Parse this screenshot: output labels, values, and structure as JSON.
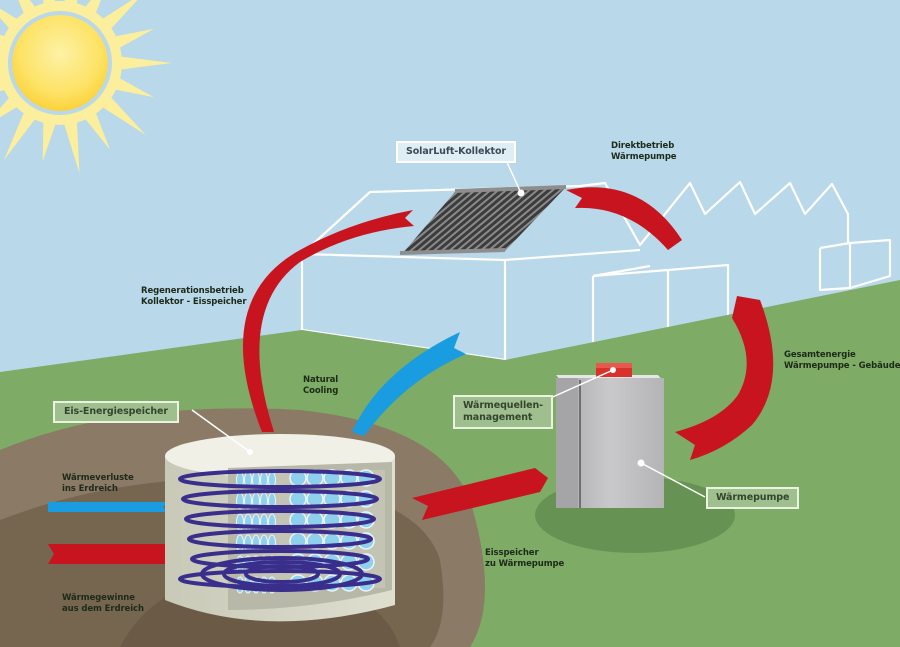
{
  "diagram": {
    "title": "Eis-Energiespeicher System",
    "colors": {
      "sky": "#b9d8e9",
      "grass": "#7eab66",
      "soil_outer": "#8b7a66",
      "soil_inner": "#766650",
      "warm_arrow": "#c8141e",
      "cold_arrow": "#1a9ce0",
      "coil": "#3a2e8c",
      "ice": "#8fd0ec",
      "tank": "#dcdccc",
      "heatpump": "#b8b8b8",
      "sun": "#fde264"
    },
    "components": {
      "solar_collector": "SolarLuft-Kollektor",
      "ice_storage": "Eis-Energiespeicher",
      "heat_source_management": "Wärmequellen-\nmanagement",
      "heat_pump": "Wärmepumpe"
    },
    "flows": {
      "direct_operation": "Direktbetrieb\nWärmepumpe",
      "regeneration": "Regenerationsbetrieb\nKollektor - Eisspeicher",
      "natural_cooling": "Natural\nCooling",
      "total_energy": "Gesamtenergie\nWärmepumpe - Gebäude",
      "storage_to_pump": "Eisspeicher\nzu Wärmepumpe",
      "heat_loss": "Wärmeverluste\nins Erdreich",
      "heat_gain": "Wärmegewinne\naus dem Erdreich"
    },
    "icons": {
      "sun": "sun-icon",
      "building": "building-outline-icon",
      "collector": "solar-collector-icon",
      "tank": "ice-tank-icon",
      "pump": "heat-pump-icon"
    }
  }
}
